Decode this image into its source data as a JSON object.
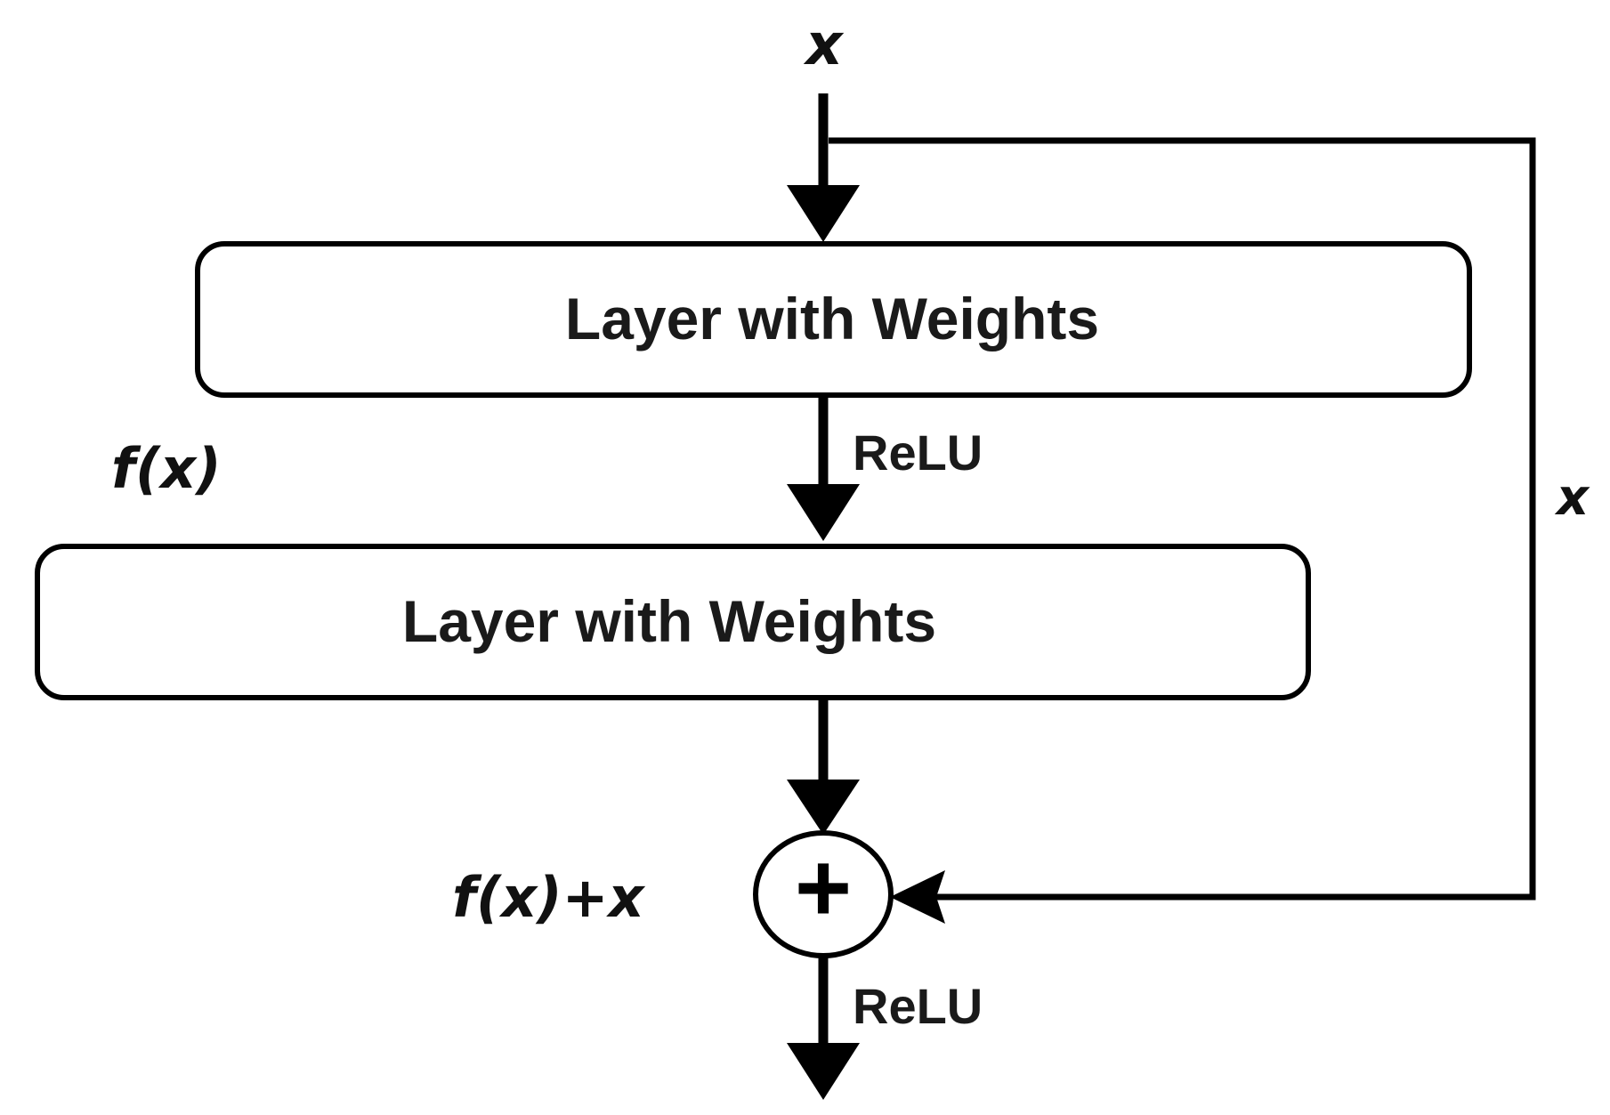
{
  "diagram": {
    "input_label": "x",
    "skip_label": "x",
    "layer1_label": "Layer with Weights",
    "layer2_label": "Layer with Weights",
    "relu1_label": "ReLU",
    "relu2_label": "ReLU",
    "fx_label": "f(x)",
    "sum_label": "f(x)+x",
    "plus_symbol": "+"
  }
}
